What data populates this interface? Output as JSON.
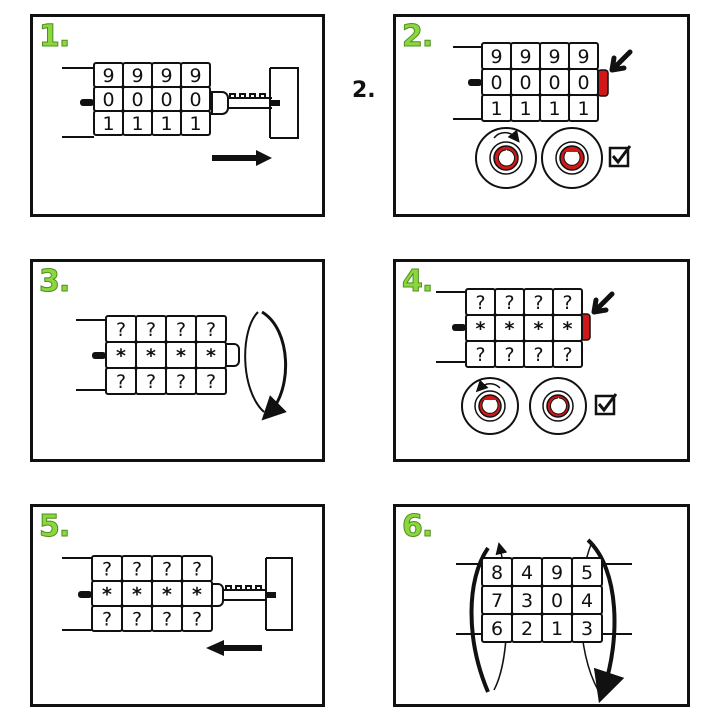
{
  "steps": [
    {
      "number": "1.",
      "rows": [
        [
          "9",
          "9",
          "9",
          "9"
        ],
        [
          "0",
          "0",
          "0",
          "0"
        ],
        [
          "1",
          "1",
          "1",
          "1"
        ]
      ]
    },
    {
      "number": "2.",
      "rows": [
        [
          "9",
          "9",
          "9",
          "9"
        ],
        [
          "0",
          "0",
          "0",
          "0"
        ],
        [
          "1",
          "1",
          "1",
          "1"
        ]
      ]
    },
    {
      "number": "3.",
      "rows": [
        [
          "?",
          "?",
          "?",
          "?"
        ],
        [
          "*",
          "*",
          "*",
          "*"
        ],
        [
          "?",
          "?",
          "?",
          "?"
        ]
      ]
    },
    {
      "number": "4.",
      "rows": [
        [
          "?",
          "?",
          "?",
          "?"
        ],
        [
          "*",
          "*",
          "*",
          "*"
        ],
        [
          "?",
          "?",
          "?",
          "?"
        ]
      ]
    },
    {
      "number": "5.",
      "rows": [
        [
          "?",
          "?",
          "?",
          "?"
        ],
        [
          "*",
          "*",
          "*",
          "*"
        ],
        [
          "?",
          "?",
          "?",
          "?"
        ]
      ]
    },
    {
      "number": "6.",
      "rows": [
        [
          "8",
          "4",
          "9",
          "5"
        ],
        [
          "7",
          "3",
          "0",
          "4"
        ],
        [
          "6",
          "2",
          "1",
          "3"
        ]
      ]
    }
  ],
  "loose_label": "2.",
  "icons": [
    "arrow-right-icon",
    "pointer-arrow-icon",
    "check-box-icon",
    "rotate-arrow-icon",
    "arrow-left-icon",
    "key-dial-icon",
    "shackle-icon"
  ],
  "colors": {
    "accent_green": "#8cd63f",
    "button_red": "#d01818"
  }
}
